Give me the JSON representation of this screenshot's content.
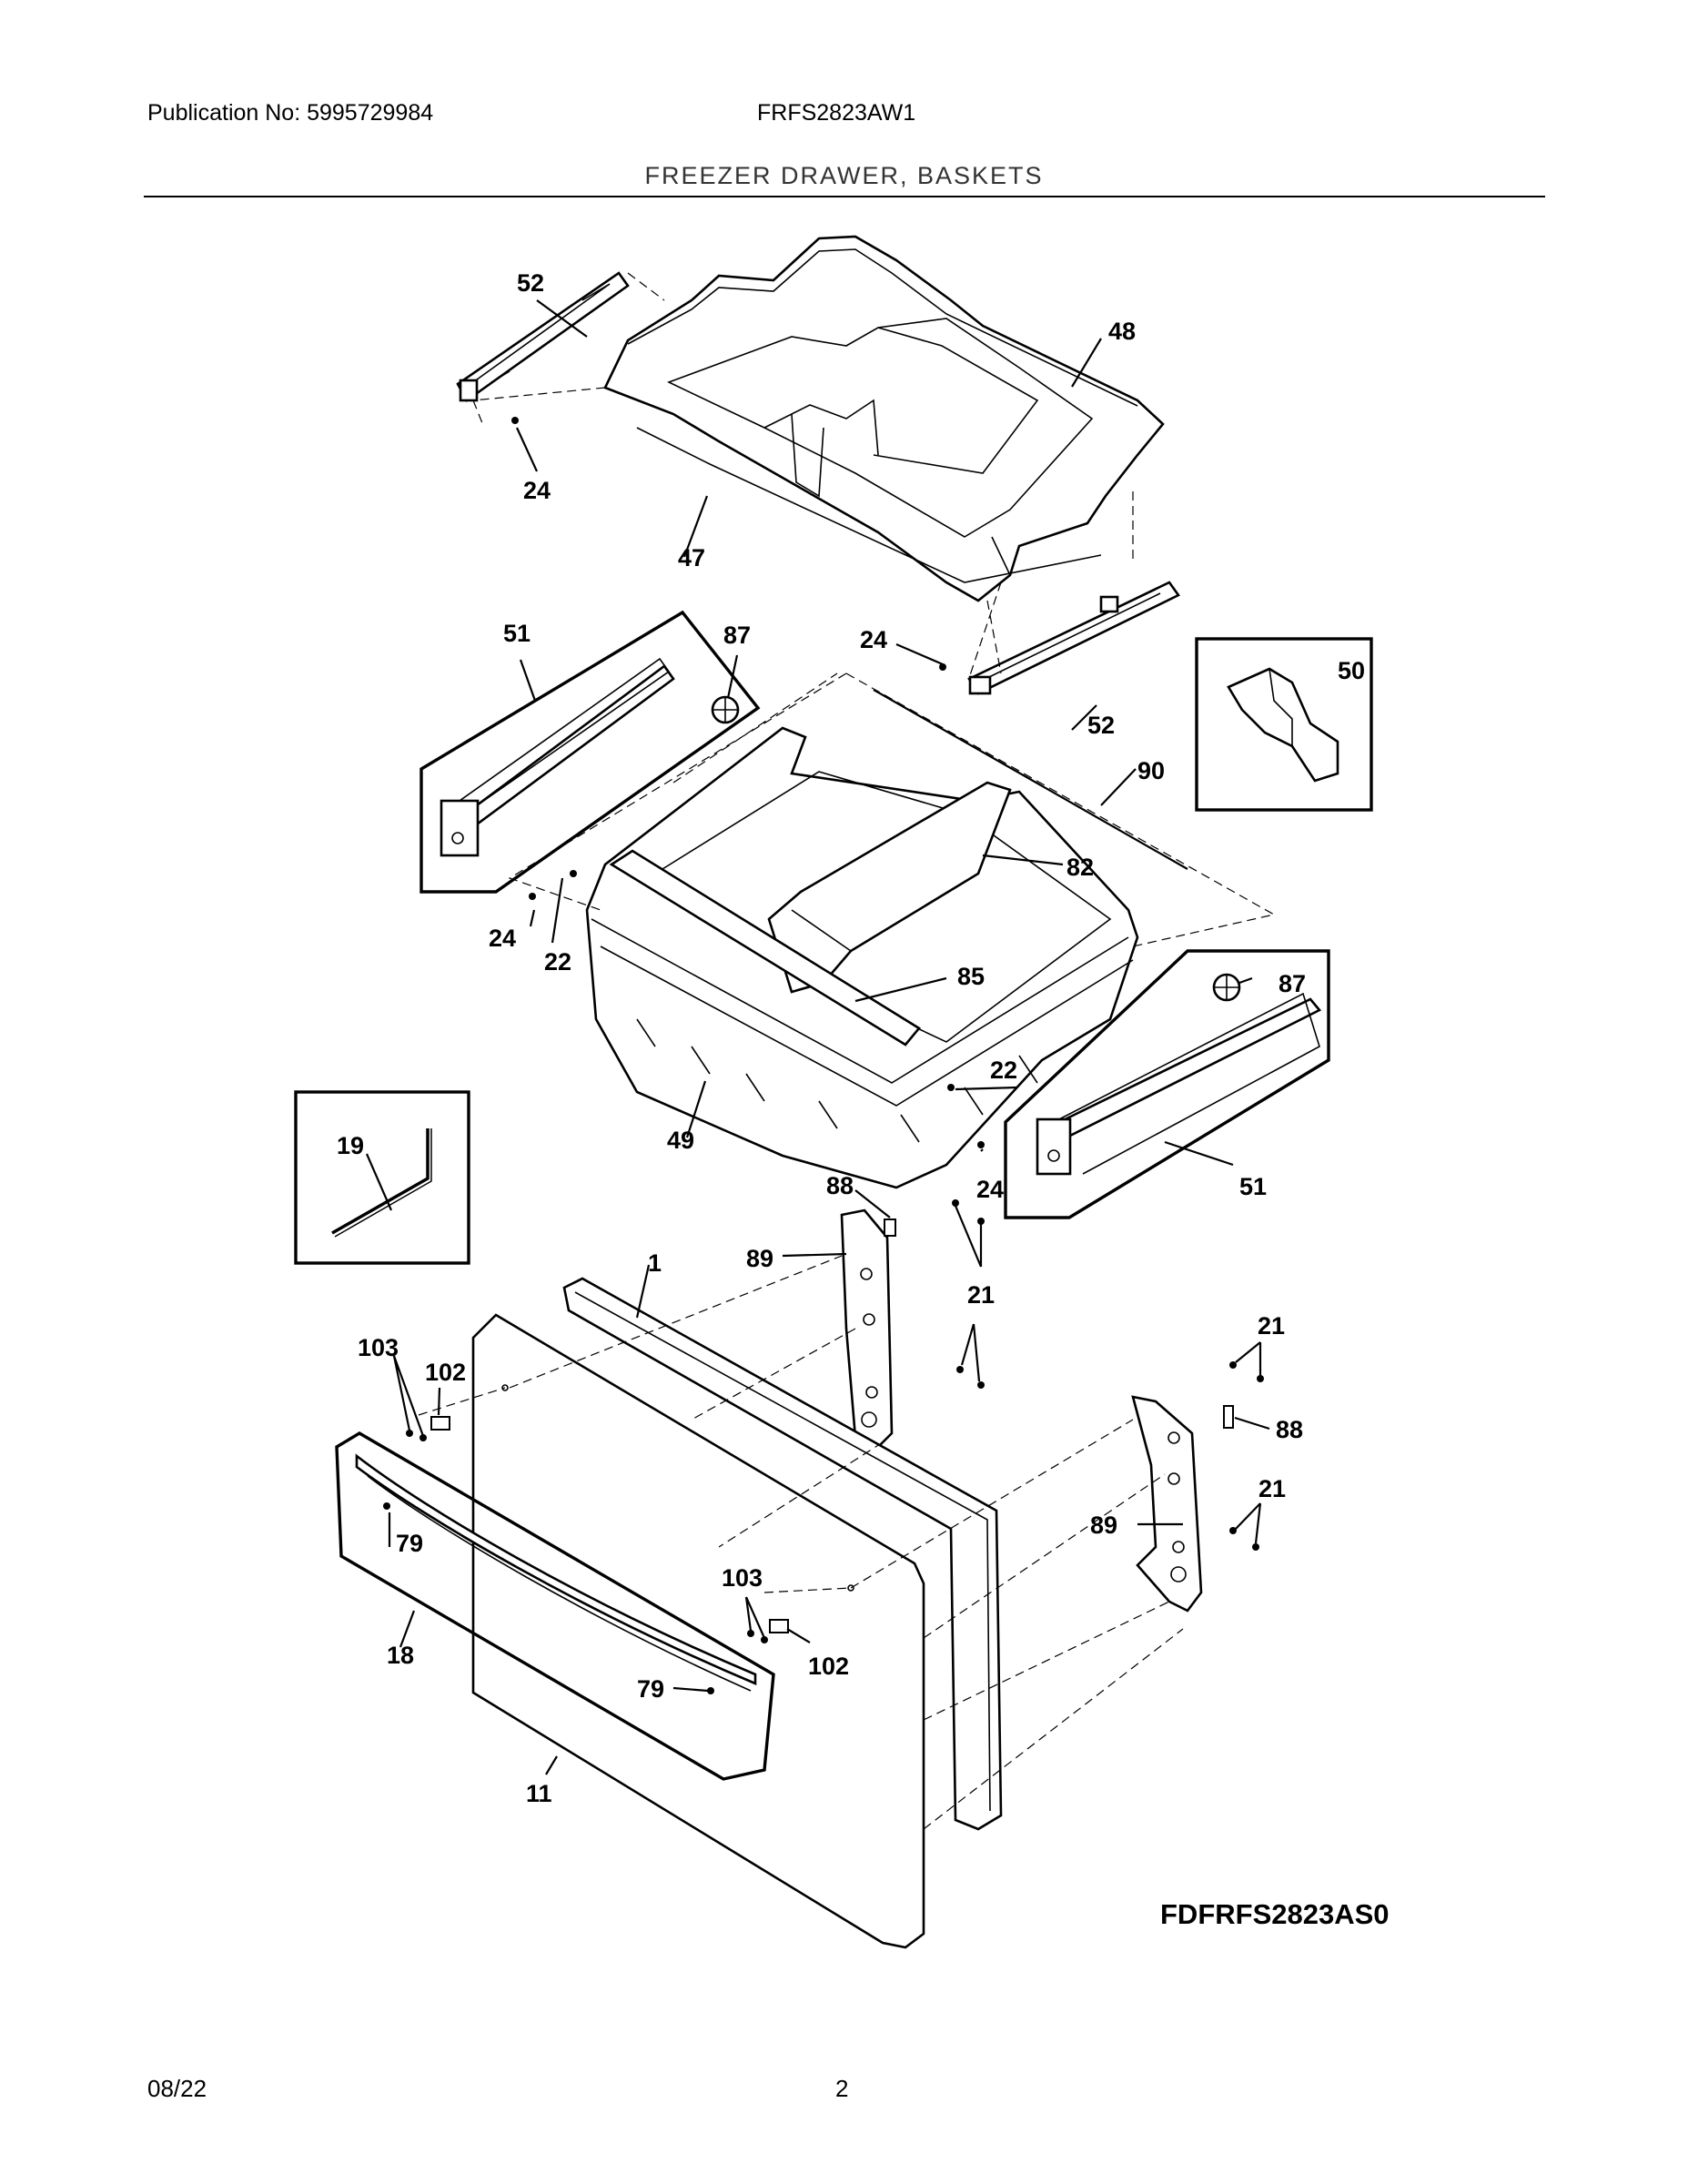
{
  "header": {
    "publication": "Publication No: 5995729984",
    "model": "FRFS2823AW1",
    "section_title": "FREEZER DRAWER, BASKETS"
  },
  "diagram": {
    "code": "FDFRFS2823AS0",
    "callouts": {
      "c52a": "52",
      "c48": "48",
      "c24a": "24",
      "c47": "47",
      "c51a": "51",
      "c87a": "87",
      "c24b": "24",
      "c52b": "52",
      "c50": "50",
      "c90": "90",
      "c82": "82",
      "c24c": "24",
      "c22a": "22",
      "c85": "85",
      "c87b": "87",
      "c22b": "22",
      "c49": "49",
      "c24d": "24",
      "c51b": "51",
      "c19": "19",
      "c88a": "88",
      "c1": "1",
      "c89a": "89",
      "c21a": "21",
      "c103a": "103",
      "c102a": "102",
      "c21b": "21",
      "c88b": "88",
      "c79a": "79",
      "c21c": "21",
      "c89b": "89",
      "c103b": "103",
      "c18": "18",
      "c102b": "102",
      "c79b": "79",
      "c11": "11"
    }
  },
  "footer": {
    "date": "08/22",
    "page": "2"
  }
}
